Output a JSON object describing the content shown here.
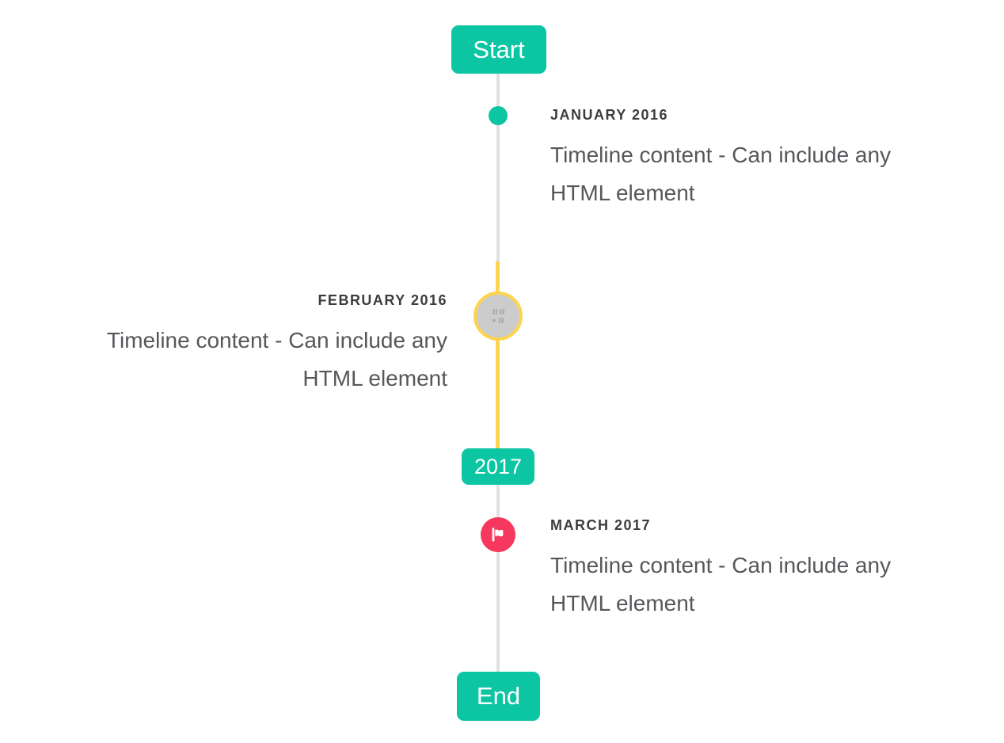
{
  "timeline": {
    "start_label": "Start",
    "end_label": "End",
    "year_badge_label": "2017",
    "items": [
      {
        "title": "JANUARY 2016",
        "content_lines": [
          "Timeline content - Can include any",
          "HTML element"
        ],
        "side": "right",
        "marker": "teal-dot"
      },
      {
        "title": "FEBRUARY 2016",
        "content_lines": [
          "Timeline content - Can include any",
          "HTML element"
        ],
        "side": "left",
        "marker": "gray-circle-yellow-ring-broken-image"
      },
      {
        "title": "MARCH 2017",
        "content_lines": [
          "Timeline content - Can include any",
          "HTML element"
        ],
        "side": "right",
        "marker": "red-circle-flag"
      }
    ],
    "colors": {
      "accent_teal": "#0cc5a2",
      "highlight_yellow": "#fcd44f",
      "flag_red": "#f7385e",
      "line_gray": "#e0e0e0",
      "image_circle_gray": "#cccccc",
      "title_text": "#3c3c40",
      "content_text": "#56575b"
    }
  }
}
